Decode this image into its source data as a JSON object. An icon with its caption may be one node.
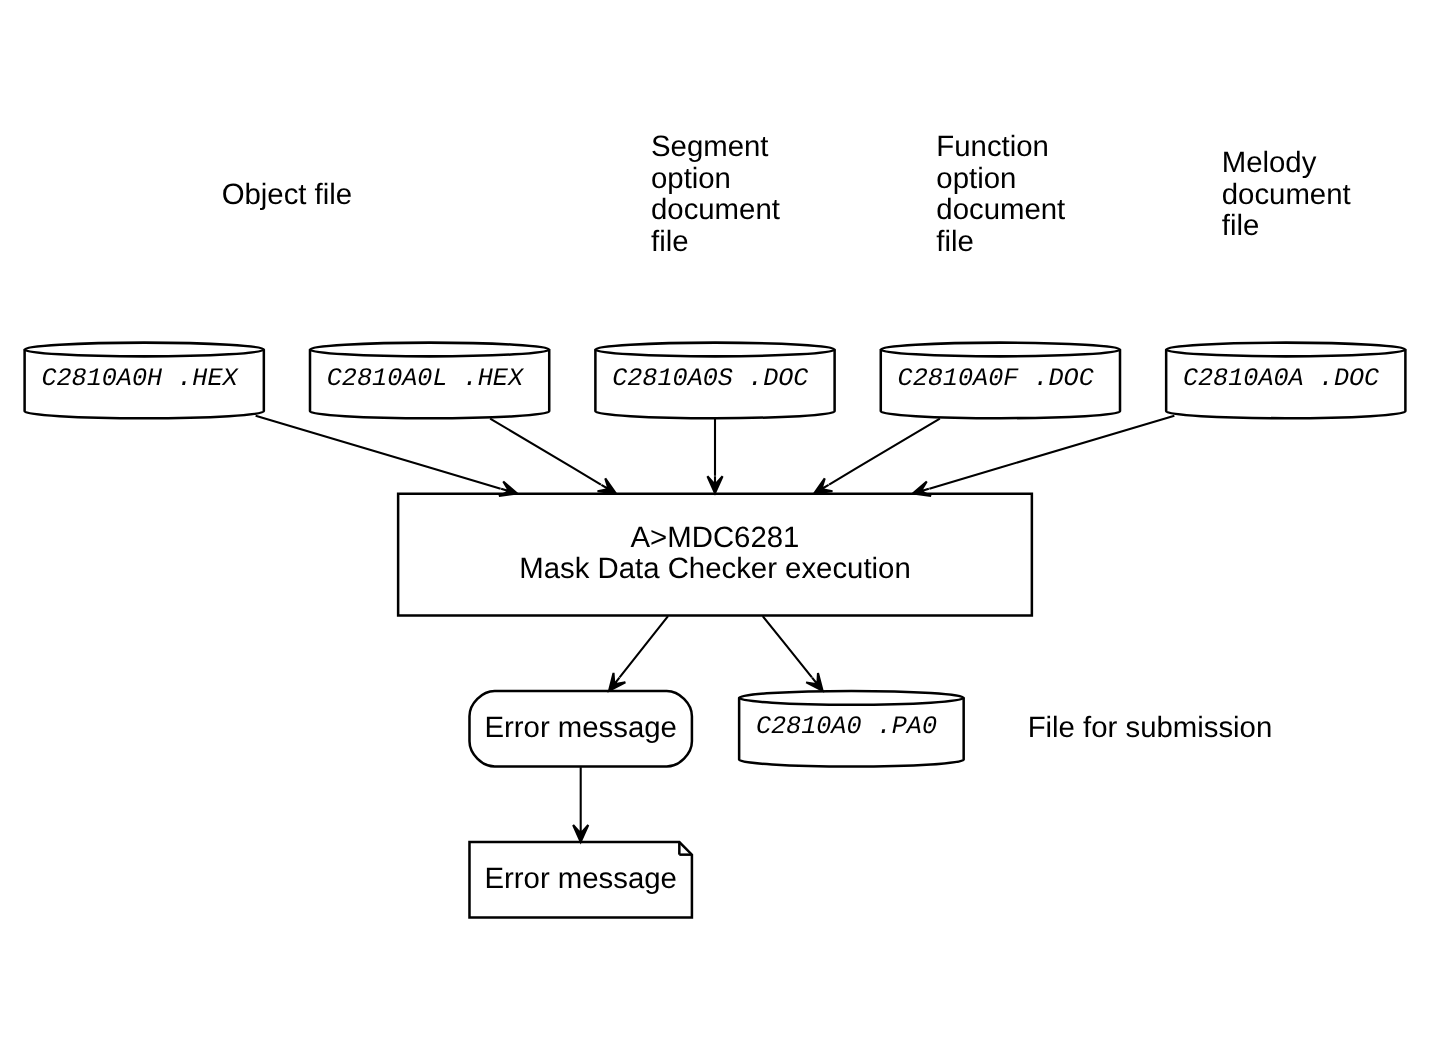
{
  "diagram": {
    "nodes": [
      {
        "text": [
          "C2810A0H .HEX"
        ]
      },
      {
        "text": [
          "C2810A0L .HEX"
        ]
      },
      {
        "text": [
          "C2810A0S .DOC"
        ],
        "beside": [
          "Segment option document file"
        ]
      },
      {
        "text": [
          "C2810A0F .DOC"
        ],
        "beside": [
          "Function option document file"
        ]
      },
      {
        "text": [
          "C2810A0A .DOC"
        ],
        "beside": [
          "Melody document file"
        ]
      },
      {
        "text": [
          "A>MDC6281",
          "Mask Data Checker execution"
        ]
      },
      {
        "text": [
          "Error message"
        ]
      },
      {
        "text": [
          "C2810A0 .PA0"
        ],
        "beside": [
          "File for submission"
        ]
      },
      {
        "text": [
          "Error message"
        ]
      }
    ],
    "edges": [
      {
        "from": 0,
        "to": 5,
        "arrow": "to"
      },
      {
        "from": 1,
        "to": 5,
        "arrow": "to"
      },
      {
        "from": 2,
        "to": 5,
        "arrow": "to"
      },
      {
        "from": 3,
        "to": 5,
        "arrow": "to"
      },
      {
        "from": 4,
        "to": 5,
        "arrow": "to"
      },
      {
        "from": 5,
        "to": 6,
        "arrow": "to"
      },
      {
        "from": 5,
        "to": 7,
        "arrow": "to"
      },
      {
        "from": 6,
        "to": 8,
        "arrow": "to"
      }
    ],
    "labels": [
      "Object file"
    ]
  }
}
